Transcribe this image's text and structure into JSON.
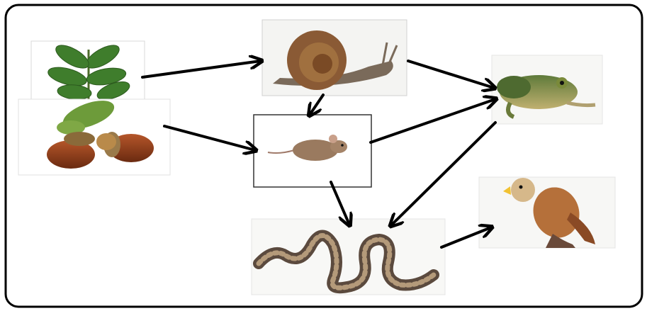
{
  "diagram": {
    "type": "food-web",
    "nodes": [
      {
        "id": "leaves",
        "icon": "oak-leaves-icon"
      },
      {
        "id": "acorns",
        "icon": "acorns-icon"
      },
      {
        "id": "snail",
        "icon": "snail-icon"
      },
      {
        "id": "mouse",
        "icon": "mouse-icon"
      },
      {
        "id": "frog",
        "icon": "frog-icon"
      },
      {
        "id": "snake",
        "icon": "snake-icon"
      },
      {
        "id": "hawk",
        "icon": "hawk-icon"
      }
    ],
    "edges": [
      {
        "from": "leaves",
        "to": "snail"
      },
      {
        "from": "acorns",
        "to": "mouse"
      },
      {
        "from": "snail",
        "to": "mouse"
      },
      {
        "from": "snail",
        "to": "frog"
      },
      {
        "from": "mouse",
        "to": "frog"
      },
      {
        "from": "mouse",
        "to": "snake"
      },
      {
        "from": "frog",
        "to": "snake"
      },
      {
        "from": "snake",
        "to": "hawk"
      }
    ],
    "colors": {
      "border": "#000000",
      "arrow": "#000000",
      "background": "#ffffff"
    }
  }
}
